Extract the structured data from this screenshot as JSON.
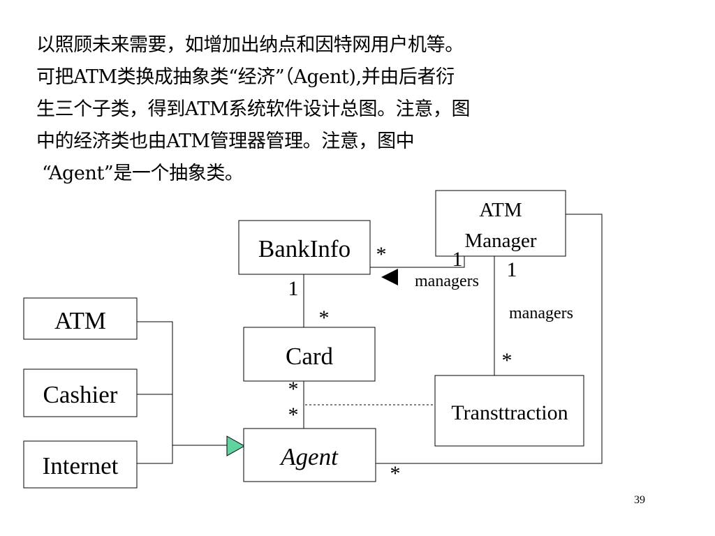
{
  "slide": {
    "paragraph_lines": [
      "以照顾未来需要，如增加出纳点和因特网用户机等。",
      "可把ATM类换成抽象类“经济”（Agent),并由后者衍",
      "生三个子类，得到ATM系统软件设计总图。注意，图",
      "中的经济类也由ATM管理器管理。注意，图中",
      "“Agent”是一个抽象类。"
    ],
    "page_number": "39"
  },
  "diagram": {
    "classes": {
      "atm_manager": {
        "line1": "ATM",
        "line2": "Manager"
      },
      "bankinfo": "BankInfo",
      "card": "Card",
      "agent": "Agent",
      "atm": "ATM",
      "cashier": "Cashier",
      "internet": "Internet",
      "transaction": "Transttraction"
    },
    "labels": {
      "bankinfo_manager_many": "*",
      "bankinfo_manager_one": "1",
      "bankinfo_manager_role": "managers",
      "manager_transaction_one": "1",
      "manager_transaction_role": "managers",
      "manager_transaction_many": "*",
      "bankinfo_card_one": "1",
      "bankinfo_card_many": "*",
      "card_agent_many_top": "*",
      "card_agent_many_bottom": "*",
      "agent_manager_many": "*"
    }
  }
}
